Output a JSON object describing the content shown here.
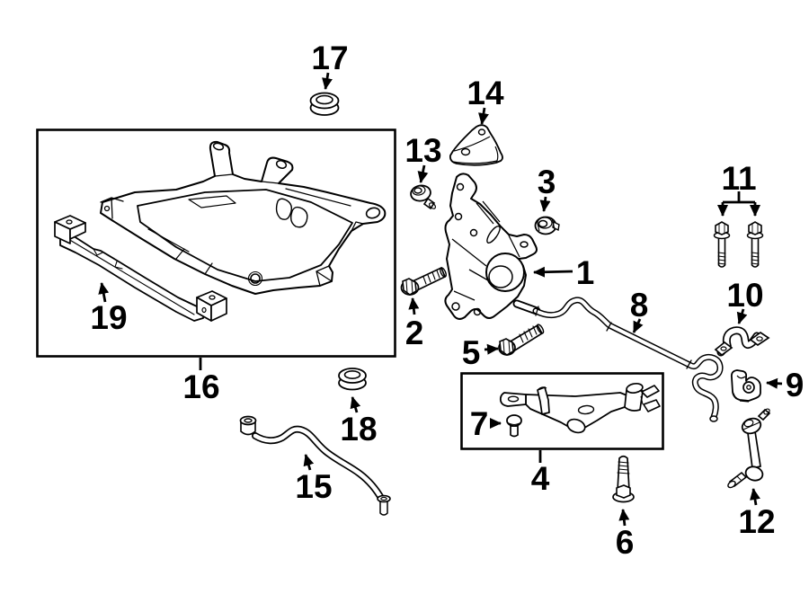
{
  "figure": {
    "colors": {
      "background": "#ffffff",
      "line_art": "#000000"
    },
    "callouts": {
      "c1": "1",
      "c2": "2",
      "c3": "3",
      "c4": "4",
      "c5": "5",
      "c6": "6",
      "c7": "7",
      "c8": "8",
      "c9": "9",
      "c10": "10",
      "c11": "11",
      "c12": "12",
      "c13": "13",
      "c14": "14",
      "c15": "15",
      "c16": "16",
      "c17": "17",
      "c18": "18",
      "c19": "19"
    }
  }
}
